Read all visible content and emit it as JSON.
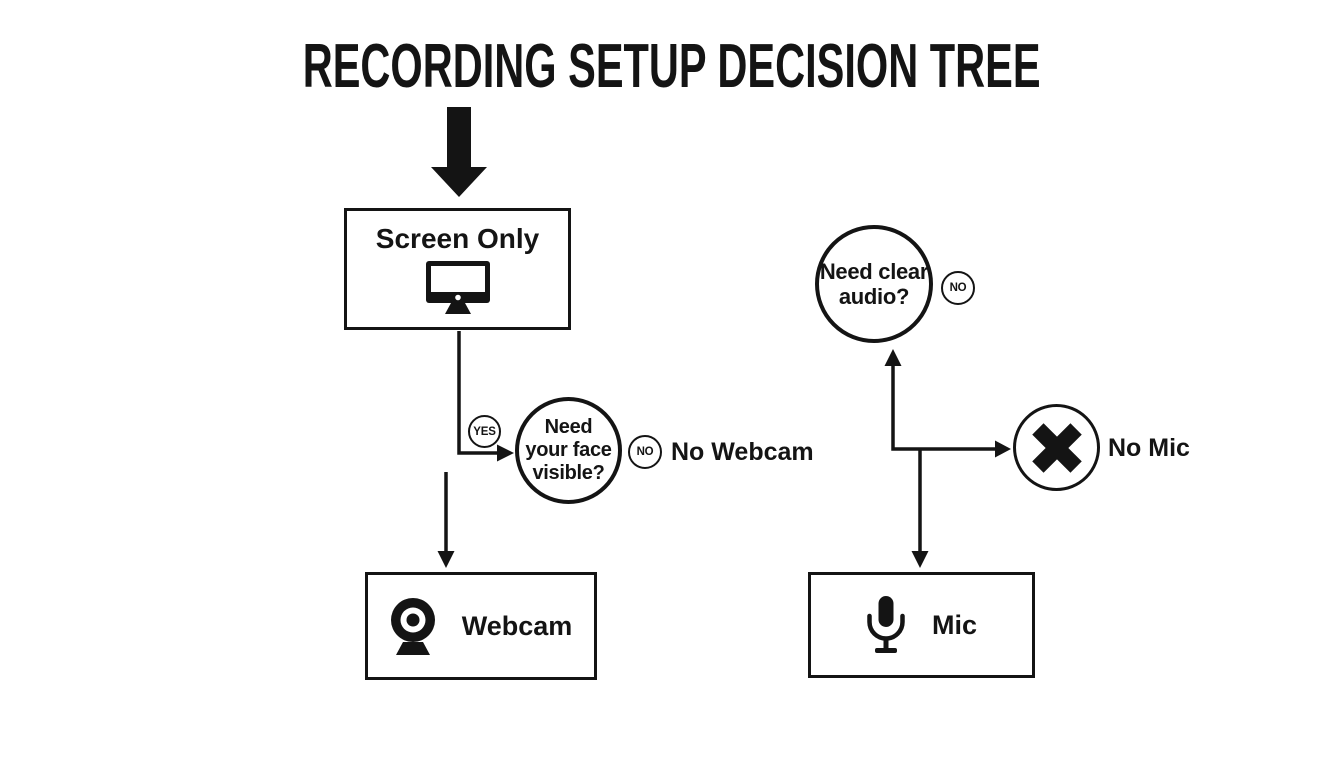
{
  "title": "RECORDING SETUP DECISION TREE",
  "colors": {
    "ink": "#141414",
    "background": "#ffffff"
  },
  "icons": {
    "start": "big-down-arrow-icon",
    "screen_only": "monitor-icon",
    "webcam": "webcam-icon",
    "mic": "mic-icon",
    "no_mic": "x-icon"
  },
  "left_branch": {
    "start_box": {
      "label": "Screen Only"
    },
    "yes_badge": "YES",
    "decision": {
      "lines": [
        "Need",
        "your face",
        "visible?"
      ]
    },
    "no_badge": "NO",
    "no_outcome": "No Webcam",
    "result_box": {
      "label": "Webcam"
    }
  },
  "right_branch": {
    "decision": {
      "lines": [
        "Need clear",
        "audio?"
      ]
    },
    "no_badge": "NO",
    "no_outcome": "No Mic",
    "result_box": {
      "label": "Mic"
    }
  }
}
